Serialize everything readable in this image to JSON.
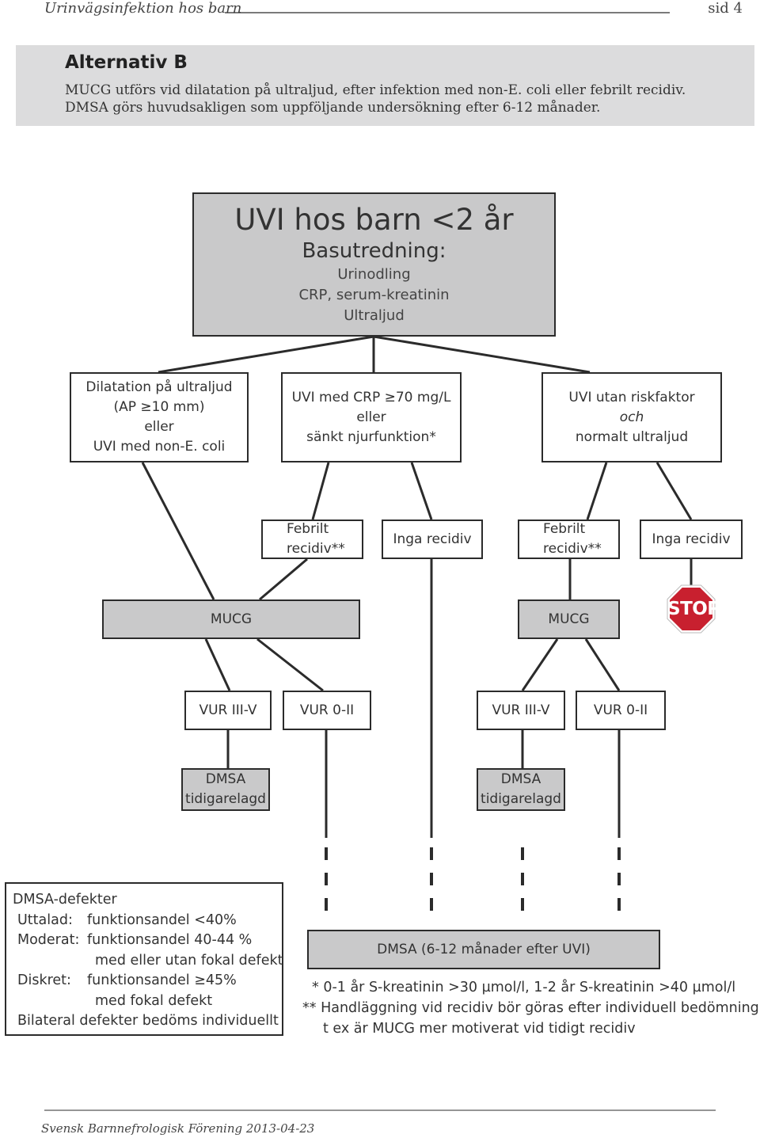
{
  "header": {
    "title": "Urinvägsinfektion hos barn",
    "page": "sid 4"
  },
  "alternative": {
    "title": "Alternativ B",
    "line1": "MUCG utförs vid dilatation på ultraljud, efter infektion med non-E. coli eller febrilt recidiv.",
    "line2": "DMSA görs huvudsakligen som uppföljande undersökning efter 6-12 månader."
  },
  "root": {
    "title": "UVI hos barn <2 år",
    "subtitle": "Basutredning:",
    "items": [
      "Urinodling",
      "CRP, serum-kreatinin",
      "Ultraljud"
    ]
  },
  "branches": {
    "left": [
      "Dilatation på ultraljud",
      "(AP ≥10 mm)",
      "eller",
      "UVI med non-E. coli"
    ],
    "middle": [
      "UVI med CRP ≥70 mg/L",
      "eller",
      "sänkt njurfunktion*"
    ],
    "right": [
      "UVI utan riskfaktor",
      "och",
      "normalt ultraljud"
    ]
  },
  "recidiv": {
    "febrile": [
      "Febrilt",
      "recidiv**"
    ],
    "none": "Inga recidiv"
  },
  "mucg": "MUCG",
  "stop": "STOP",
  "vur": {
    "high": "VUR III-V",
    "low": "VUR 0-II"
  },
  "dmsa_early": [
    "DMSA",
    "tidigarelagd"
  ],
  "dmsa_followup": "DMSA (6-12 månader efter UVI)",
  "legend": {
    "title": "DMSA-defekter",
    "rows": [
      {
        "label": "Uttalad:",
        "text": "funktionsandel <40%"
      },
      {
        "label": "Moderat:",
        "text": "funktionsandel 40-44 %"
      },
      {
        "label": "",
        "text": "med eller utan fokal defekt"
      },
      {
        "label": "Diskret:",
        "text": "funktionsandel ≥45%"
      },
      {
        "label": "",
        "text": "med fokal defekt"
      }
    ],
    "last": "Bilateral defekter bedöms individuellt"
  },
  "notes": [
    "* 0-1 år S-kreatinin >30 µmol/l,   1-2 år S-kreatinin >40 µmol/l",
    "** Handläggning vid recidiv bör göras efter individuell bedömning,",
    "t ex är MUCG mer motiverat vid tidigt recidiv"
  ],
  "footer": "Svensk Barnnefrologisk Förening 2013-04-23",
  "colors": {
    "box_gray": "#c9c9ca",
    "panel_gray": "#dcdcdd",
    "stop_red": "#c8202f"
  }
}
